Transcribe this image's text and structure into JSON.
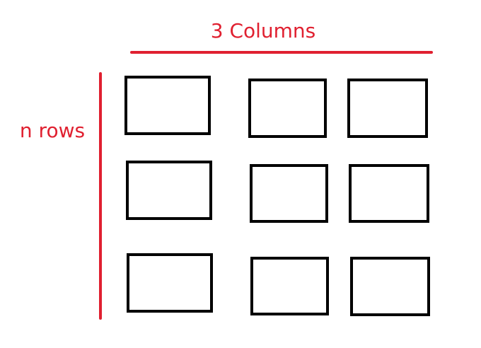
{
  "labels": {
    "columns": "3 Columns",
    "rows": "n rows"
  },
  "grid": {
    "rows": 3,
    "columns": 3
  },
  "colors": {
    "accent": "#e02030",
    "box_stroke": "#000000",
    "background": "#ffffff"
  }
}
